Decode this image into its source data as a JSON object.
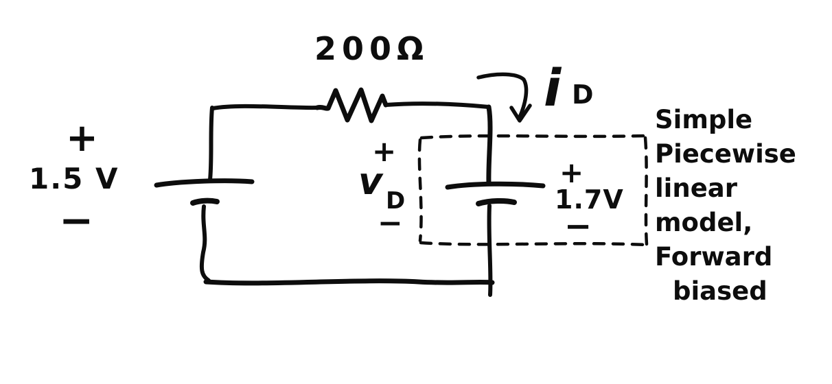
{
  "colors": {
    "ink": "#0d0d0d",
    "background": "#ffffff"
  },
  "source": {
    "plus": "+",
    "value": "1.5 V",
    "minus": "−"
  },
  "resistor": {
    "value": "200Ω"
  },
  "diode_voltage": {
    "plus": "+",
    "symbol": "v",
    "subscript": "D",
    "minus": "−"
  },
  "diode_current": {
    "symbol": "i",
    "subscript": "D"
  },
  "model_source": {
    "plus": "+",
    "value": "1.7V",
    "minus": "−"
  },
  "annotation": {
    "lines": [
      "Simple",
      "Piecewise",
      "linear",
      "model,",
      "Forward",
      "biased"
    ]
  }
}
